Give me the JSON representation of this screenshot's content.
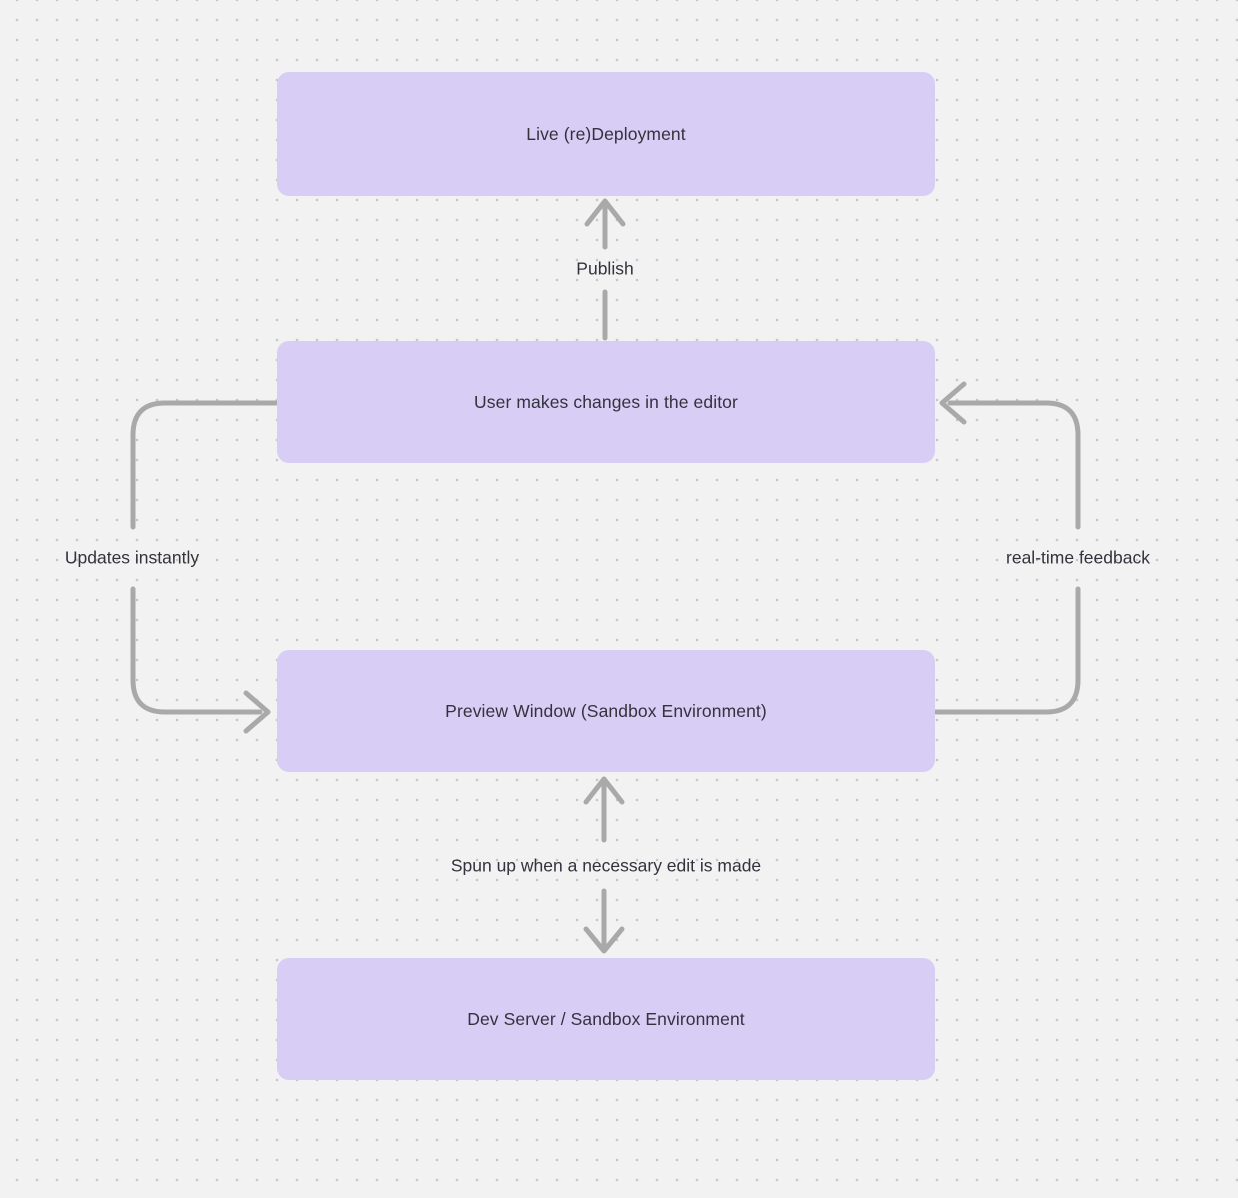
{
  "canvas": {
    "background": "#f2f2f2",
    "dot_color": "#c7c7c7"
  },
  "diagram": {
    "type": "flowchart",
    "node_fill": "#d7cdf5",
    "text_color": "#34323c",
    "arrow_color": "#a9a9a9",
    "nodes": [
      {
        "id": "live-redeployment",
        "label": "Live (re)Deployment"
      },
      {
        "id": "user-editor",
        "label": "User makes changes in the editor"
      },
      {
        "id": "preview-window",
        "label": "Preview Window (Sandbox Environment)"
      },
      {
        "id": "dev-server",
        "label": "Dev Server / Sandbox Environment"
      }
    ],
    "edges": [
      {
        "label": "Publish",
        "from": "user-editor",
        "to": "live-redeployment",
        "direction": "up"
      },
      {
        "label": "Updates instantly",
        "from": "user-editor",
        "to": "preview-window",
        "direction": "left-loop-down"
      },
      {
        "label": "real-time feedback",
        "from": "preview-window",
        "to": "user-editor",
        "direction": "right-loop-up"
      },
      {
        "label": "Spun up when a necessary edit is made",
        "from": "preview-window",
        "to": "dev-server",
        "direction": "bidirectional"
      }
    ]
  }
}
